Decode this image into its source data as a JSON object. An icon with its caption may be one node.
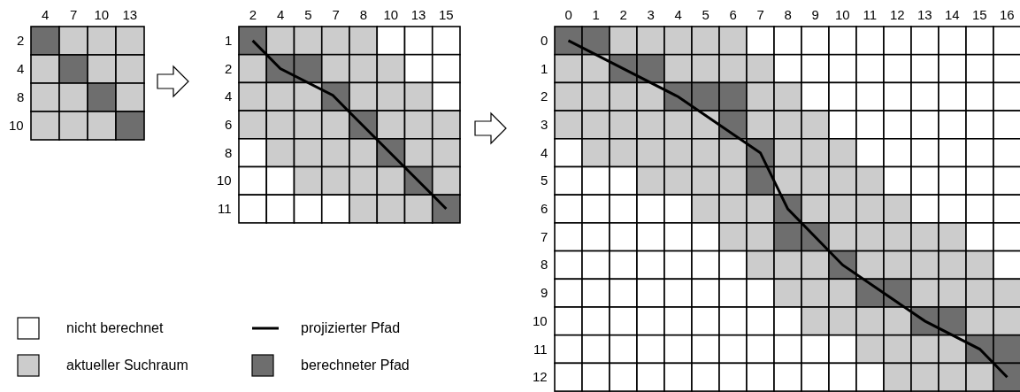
{
  "diagram": {
    "labels": [
      "4",
      "7",
      "10",
      "13",
      "2",
      "4",
      "8",
      "10",
      "2",
      "4",
      "5",
      "7",
      "8",
      "10",
      "13",
      "15",
      "1",
      "2",
      "4",
      "6",
      "8",
      "10",
      "11",
      "0",
      "1",
      "2",
      "3",
      "4",
      "5",
      "6",
      "7",
      "8",
      "9",
      "10",
      "11",
      "12",
      "13",
      "14",
      "15",
      "16",
      "0",
      "1",
      "2",
      "3",
      "4",
      "5",
      "6",
      "7",
      "8",
      "9",
      "10",
      "11",
      "12"
    ],
    "legend": [
      {
        "text": "nicht berechnet",
        "color": "#ffffff"
      },
      {
        "text": "projizierter Pfad"
      },
      {
        "text": "aktueller Suchraum",
        "color": "#cccccc"
      },
      {
        "text": "berechneter Pfad",
        "color": "#6e6e6e"
      }
    ]
  }
}
